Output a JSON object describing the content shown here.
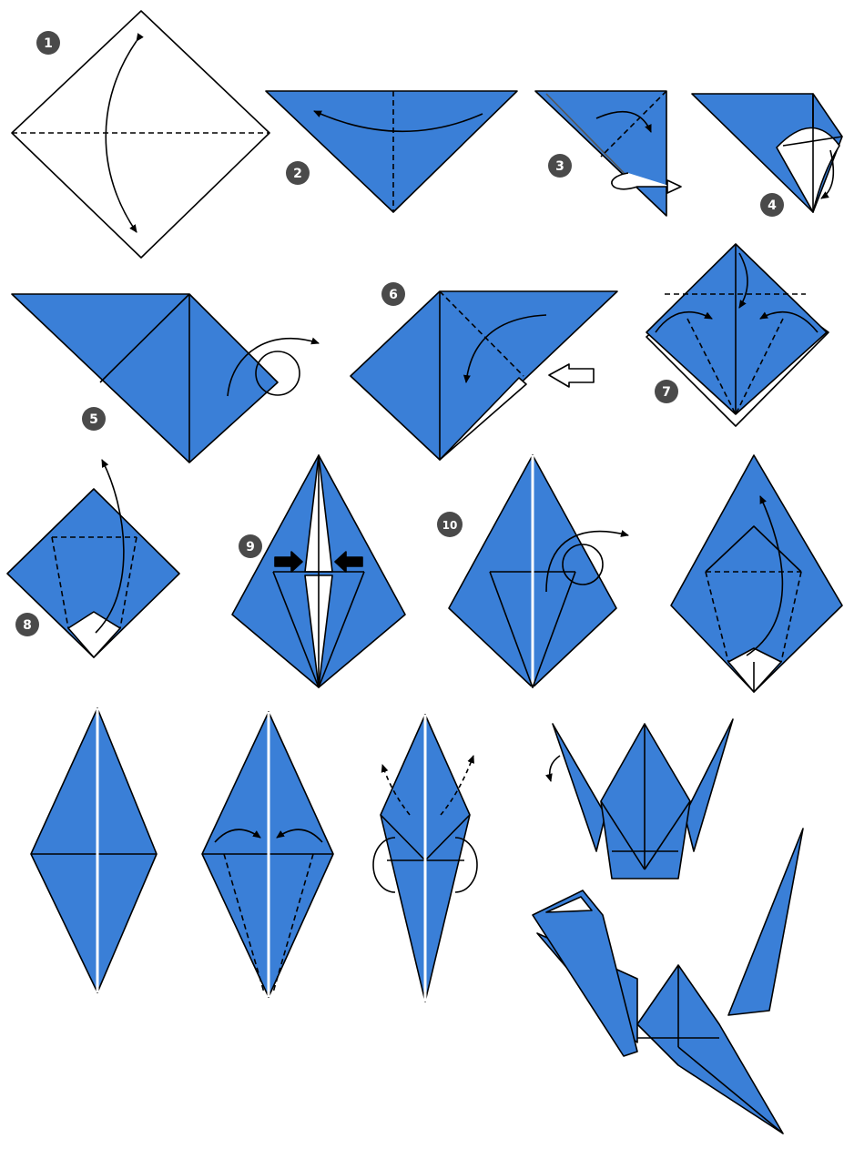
{
  "colors": {
    "paper_blue": "#3a7fd7",
    "paper_white": "#ffffff",
    "line": "#000000",
    "badge_fill": "#4a4a4a",
    "badge_text": "#ffffff"
  },
  "diagram": {
    "step_labels": [
      "1",
      "2",
      "3",
      "4",
      "5",
      "6",
      "7",
      "8",
      "9",
      "10"
    ],
    "icons": [
      "valley-fold-arrow",
      "mountain-fold-loop-arrow",
      "push-arrow",
      "inside-reverse-fold-arrow"
    ]
  }
}
